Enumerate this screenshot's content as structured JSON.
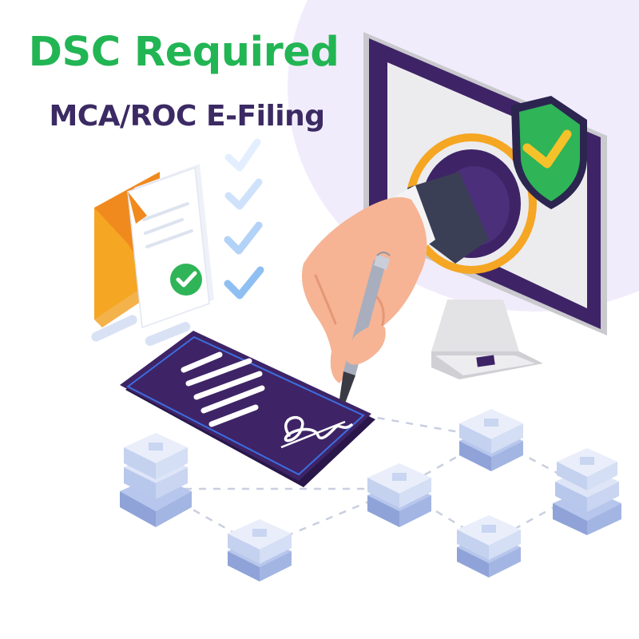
{
  "banner": {
    "title": "DSC Required",
    "subtitle": "MCA/ROC E-Filing"
  },
  "illustration": {
    "signature_text": "Sea",
    "icons": [
      "envelope-icon",
      "document-icon",
      "checkmark-icon",
      "checklist-icon",
      "monitor-icon",
      "shield-check-icon",
      "hand-icon",
      "pen-icon",
      "smartphone-icon",
      "signature-icon",
      "network-node-icon"
    ]
  },
  "colors": {
    "title_green": "#22b554",
    "subtitle_purple": "#3b2a63",
    "screen_purple": "#3e2466",
    "accent_orange": "#f5a623",
    "shield_green": "#2fb457",
    "check_blue": "#8fbff2",
    "node_blue": "#c8d6f2",
    "background_lavender": "#f1ecfb"
  }
}
